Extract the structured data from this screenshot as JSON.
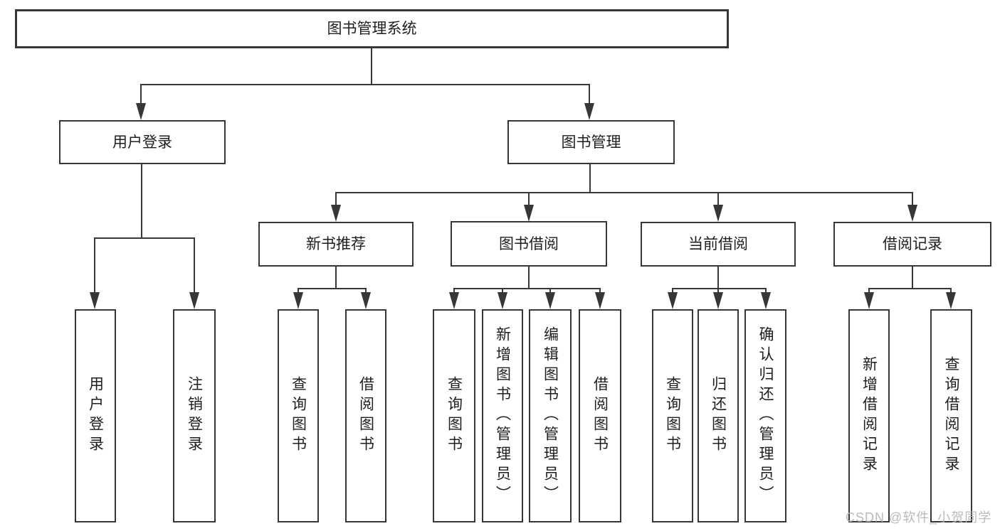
{
  "page": {
    "background_color": "#ffffff",
    "line_color": "#373737",
    "text_color": "#1e1e1e"
  },
  "diagram": {
    "root": {
      "label": "图书管理系统"
    },
    "login_branch": {
      "label": "用户登录",
      "leaves": [
        "用户登录",
        "注销登录"
      ]
    },
    "management_branch": {
      "label": "图书管理",
      "groups": [
        {
          "label": "新书推荐",
          "leaves": [
            "查询图书",
            "借阅图书"
          ]
        },
        {
          "label": "图书借阅",
          "leaves": [
            "查询图书",
            "新增图书（管理员）",
            "编辑图书（管理员）",
            "借阅图书"
          ]
        },
        {
          "label": "当前借阅",
          "leaves": [
            "查询图书",
            "归还图书",
            "确认归还（管理员）"
          ]
        },
        {
          "label": "借阅记录",
          "leaves": [
            "新增借阅记录",
            "查询借阅记录"
          ]
        }
      ]
    }
  },
  "watermark": {
    "text": "CSDN @软件_小贺同学",
    "color": "#b5b5b5"
  }
}
